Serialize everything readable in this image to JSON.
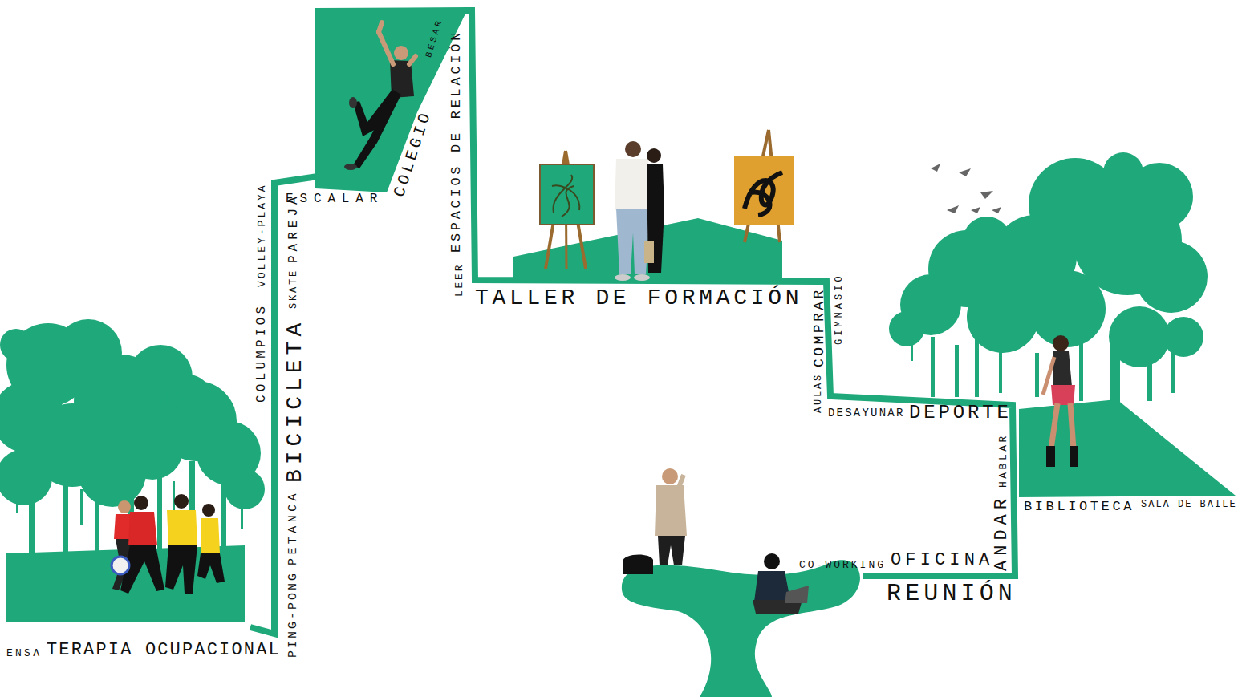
{
  "diagram": {
    "labels": [
      "ENSA",
      "TERAPIA OCUPACIONAL",
      "PING-PONG",
      "PETANCA",
      "BICICLETA",
      "COLUMPIOS",
      "VOLLEY-PLAYA",
      "SKATE",
      "PAREJA",
      "ESCALAR",
      "COLEGIO",
      "BESAR",
      "ESPACIOS DE RELACIÓN",
      "LEER",
      "TALLER DE FORMACIÓN",
      "GIMNASIO",
      "COMPRAR",
      "AULAS",
      "DESAYUNAR",
      "DEPORTE",
      "HABLAR",
      "ANDAR",
      "BIBLIOTECA",
      "SALA DE BAILE",
      "CO-WORKING",
      "OFICINA",
      "REUNIÓN"
    ]
  }
}
